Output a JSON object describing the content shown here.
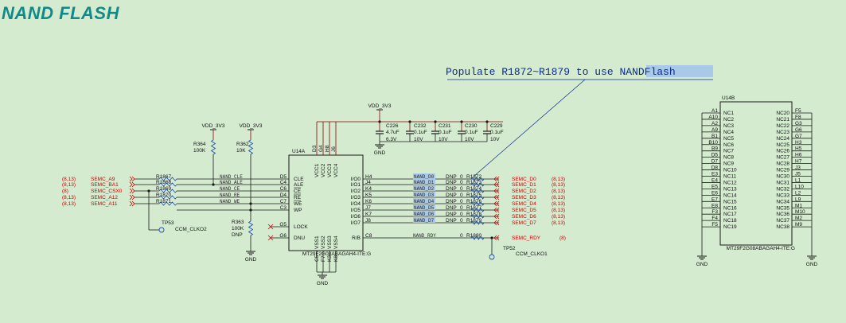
{
  "title": "NAND FLASH",
  "note": {
    "prefix": "Populate R1872~R1879 to use ",
    "highlight": "NANDFlash"
  },
  "colors": {
    "wire": "#1a1a1a",
    "net": "#cc0000",
    "power": "#8b0000",
    "note": "#0a2a8c",
    "highlight": "#a9c9e8",
    "title": "#0f8a8a",
    "resistor": "#1a4ab0"
  },
  "left_nets": [
    {
      "ref": "(8,13)",
      "name": "SEMC_A9"
    },
    {
      "ref": "(8,13)",
      "name": "SEMC_BA1"
    },
    {
      "ref": "(8)",
      "name": "SEMC_CSX0"
    },
    {
      "ref": "(8,13)",
      "name": "SEMC_A12"
    },
    {
      "ref": "(8,13)",
      "name": "SEMC_A11"
    }
  ],
  "left_resistors": [
    "R1867",
    "R1868",
    "R1869",
    "R1870",
    "R1871"
  ],
  "left_nand_nets": [
    "NAND_CLE",
    "NAND_ALE",
    "NAND_CE",
    "NAND_RE",
    "NAND_WE"
  ],
  "u14a": {
    "ref": "U14A",
    "part": "MT29F2G08ABAGAH4-ITE:G",
    "left_pins": [
      {
        "num": "D5",
        "name": "CLE"
      },
      {
        "num": "C4",
        "name": "ALE"
      },
      {
        "num": "C6",
        "name": "CE"
      },
      {
        "num": "D4",
        "name": "RE"
      },
      {
        "num": "C7",
        "name": "WE"
      },
      {
        "num": "C3",
        "name": "WP"
      }
    ],
    "lock": {
      "num": "G5",
      "name": "LOCK"
    },
    "dnu": {
      "num": "G6",
      "name": "DNU"
    },
    "top_pins": [
      {
        "num": "D3",
        "name": "VCC1"
      },
      {
        "num": "G4",
        "name": "VCC2"
      },
      {
        "num": "H8",
        "name": "VCC3"
      },
      {
        "num": "J6",
        "name": "VCC4"
      }
    ],
    "bottom_pins": [
      {
        "num": "C5",
        "name": "VSS1"
      },
      {
        "num": "F7",
        "name": "VSS2"
      },
      {
        "num": "K3",
        "name": "VSS3"
      },
      {
        "num": "K8",
        "name": "VSS4"
      }
    ],
    "right_pins": [
      {
        "num": "H4",
        "name": "I/O0"
      },
      {
        "num": "J4",
        "name": "I/O1"
      },
      {
        "num": "K4",
        "name": "I/O2"
      },
      {
        "num": "K5",
        "name": "I/O3"
      },
      {
        "num": "K6",
        "name": "I/O4"
      },
      {
        "num": "J7",
        "name": "I/O5"
      },
      {
        "num": "K7",
        "name": "I/O6"
      },
      {
        "num": "J8",
        "name": "I/O7"
      }
    ],
    "rb": {
      "num": "C8",
      "name": "R/B"
    }
  },
  "io_nand_nets": [
    "NAND_D0",
    "NAND_D1",
    "NAND_D2",
    "NAND_D3",
    "NAND_D4",
    "NAND_D5",
    "NAND_D6",
    "NAND_D7"
  ],
  "io_resistors": [
    "R1872",
    "R1873",
    "R1874",
    "R1875",
    "R1876",
    "R1877",
    "R1878",
    "R1879"
  ],
  "dnp_label": "DNP",
  "dnp_value": "0",
  "right_nets": [
    {
      "name": "SEMC_D0",
      "ref": "(8,13)"
    },
    {
      "name": "SEMC_D1",
      "ref": "(8,13)"
    },
    {
      "name": "SEMC_D2",
      "ref": "(8,13)"
    },
    {
      "name": "SEMC_D3",
      "ref": "(8,13)"
    },
    {
      "name": "SEMC_D4",
      "ref": "(8,13)"
    },
    {
      "name": "SEMC_D5",
      "ref": "(8,13)"
    },
    {
      "name": "SEMC_D6",
      "ref": "(8,13)"
    },
    {
      "name": "SEMC_D7",
      "ref": "(8,13)"
    }
  ],
  "rdy": {
    "nand_net": "NAND_RDY",
    "resistor": "R1880",
    "net": "SEMC_RDY",
    "ref": "(8)"
  },
  "pullups": [
    {
      "power": "VDD_3V3",
      "ref": "R364",
      "value": "100K"
    },
    {
      "power": "VDD_3V3",
      "ref": "R362",
      "value": "10K"
    }
  ],
  "pulldown": {
    "ref": "R363",
    "value": "100K",
    "dnp": "DNP"
  },
  "tp53": {
    "ref": "TP53",
    "net": "CCM_CLKO2"
  },
  "tp52": {
    "ref": "TP52",
    "net": "CCM_CLKO1"
  },
  "gnd": "GND",
  "cap_power": "VDD_3V3",
  "caps": [
    {
      "ref": "C226",
      "value": "4.7uF",
      "voltage": "6.3V"
    },
    {
      "ref": "C232",
      "value": "0.1uF",
      "voltage": "10V"
    },
    {
      "ref": "C231",
      "value": "0.1uF",
      "voltage": "10V"
    },
    {
      "ref": "C230",
      "value": "0.1uF",
      "voltage": "10V"
    },
    {
      "ref": "C229",
      "value": "0.1uF",
      "voltage": "10V"
    }
  ],
  "u14b": {
    "ref": "U14B",
    "part": "MT29F2G08ABAGAH4-ITE:G",
    "left": [
      {
        "ball": "A1",
        "pin": "NC1"
      },
      {
        "ball": "A10",
        "pin": "NC2"
      },
      {
        "ball": "A2",
        "pin": "NC3"
      },
      {
        "ball": "A9",
        "pin": "NC4"
      },
      {
        "ball": "B1",
        "pin": "NC5"
      },
      {
        "ball": "B10",
        "pin": "NC6"
      },
      {
        "ball": "B9",
        "pin": "NC7"
      },
      {
        "ball": "D5",
        "pin": "NC8"
      },
      {
        "ball": "D7",
        "pin": "NC9"
      },
      {
        "ball": "D8",
        "pin": "NC10"
      },
      {
        "ball": "E3",
        "pin": "NC11"
      },
      {
        "ball": "E4",
        "pin": "NC12"
      },
      {
        "ball": "E5",
        "pin": "NC13"
      },
      {
        "ball": "E6",
        "pin": "NC14"
      },
      {
        "ball": "E7",
        "pin": "NC15"
      },
      {
        "ball": "E8",
        "pin": "NC16"
      },
      {
        "ball": "F3",
        "pin": "NC17"
      },
      {
        "ball": "F4",
        "pin": "NC18"
      },
      {
        "ball": "F5",
        "pin": "NC19"
      }
    ],
    "right": [
      {
        "ball": "F5",
        "pin": "NC20"
      },
      {
        "ball": "F8",
        "pin": "NC21"
      },
      {
        "ball": "G3",
        "pin": "NC22"
      },
      {
        "ball": "G6",
        "pin": "NC23"
      },
      {
        "ball": "G7",
        "pin": "NC24"
      },
      {
        "ball": "H3",
        "pin": "NC25"
      },
      {
        "ball": "H5",
        "pin": "NC26"
      },
      {
        "ball": "H6",
        "pin": "NC27"
      },
      {
        "ball": "H7",
        "pin": "NC28"
      },
      {
        "ball": "J3",
        "pin": "NC29"
      },
      {
        "ball": "J5",
        "pin": "NC30"
      },
      {
        "ball": "L1",
        "pin": "NC31"
      },
      {
        "ball": "L10",
        "pin": "NC32"
      },
      {
        "ball": "L2",
        "pin": "NC33"
      },
      {
        "ball": "L9",
        "pin": "NC34"
      },
      {
        "ball": "M1",
        "pin": "NC35"
      },
      {
        "ball": "M10",
        "pin": "NC36"
      },
      {
        "ball": "M2",
        "pin": "NC37"
      },
      {
        "ball": "M9",
        "pin": "NC38"
      }
    ]
  }
}
